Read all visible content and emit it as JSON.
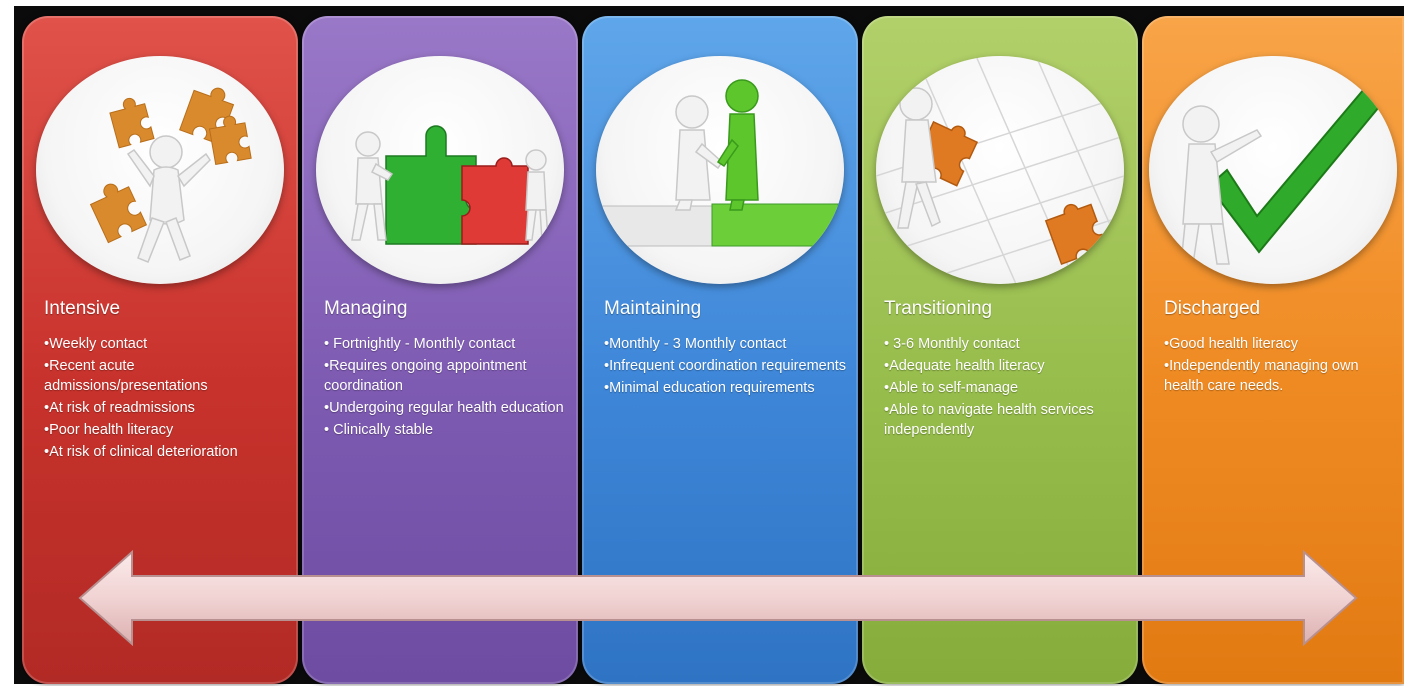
{
  "stages": [
    {
      "title": "Intensive",
      "bullets": [
        "•Weekly contact",
        "•Recent acute admissions/presentations",
        "•At risk of readmissions",
        "•Poor health literacy",
        "•At risk of clinical deterioration"
      ],
      "color": "#c8322c",
      "icon": "juggling-puzzle-pieces-figure-icon"
    },
    {
      "title": "Managing",
      "bullets": [
        "• Fortnightly - Monthly contact",
        "•Requires ongoing appointment coordination",
        "•Undergoing regular health education",
        "• Clinically stable"
      ],
      "color": "#7e5bb2",
      "icon": "figures-assembling-puzzle-icon"
    },
    {
      "title": "Maintaining",
      "bullets": [
        "•Monthly - 3 Monthly contact",
        "•Infrequent coordination requirements",
        "•Minimal education requirements"
      ],
      "color": "#3e86d8",
      "icon": "handshake-on-puzzle-icon"
    },
    {
      "title": "Transitioning",
      "bullets": [
        "• 3-6 Monthly contact",
        "•Adequate health literacy",
        "•Able to self-manage",
        "•Able to navigate health services independently"
      ],
      "color": "#97bd4c",
      "icon": "figure-carrying-puzzle-piece-icon"
    },
    {
      "title": "Discharged",
      "bullets": [
        "•Good health literacy",
        "•Independently managing own health care needs."
      ],
      "color": "#ef8a22",
      "icon": "figure-with-checkmark-icon"
    }
  ],
  "arrow_color": "#f3d9d9"
}
